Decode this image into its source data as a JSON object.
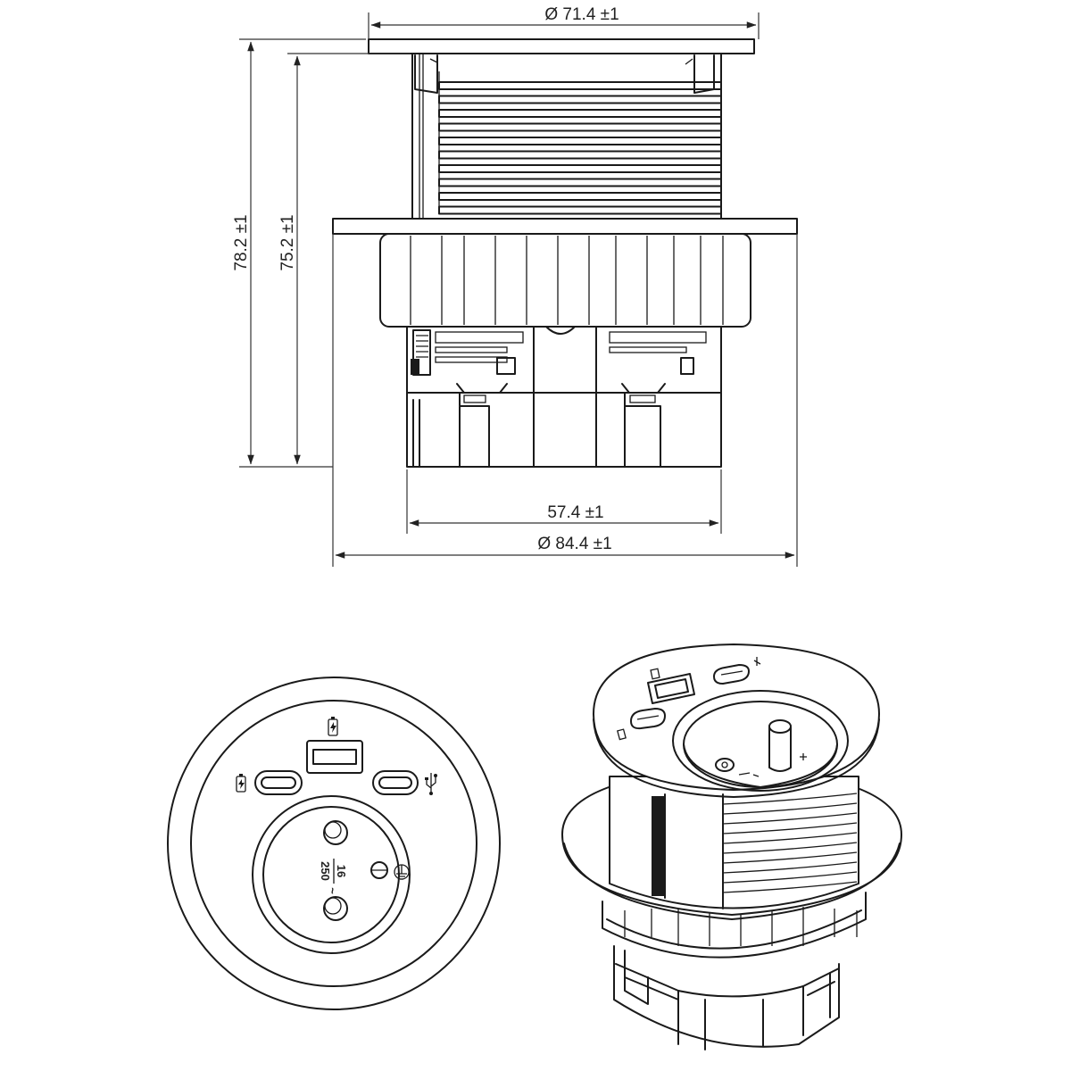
{
  "dimensions": {
    "top_diameter": "Ø 71.4  ±1",
    "bottom_width": "57.4  ±1",
    "flange_diameter": "Ø 84.4  ±1",
    "total_height": "78.2 ±1",
    "body_height": "75.2 ±1"
  },
  "socket_marking": {
    "amps": "16",
    "volts": "250",
    "ac": "~"
  },
  "icons": {
    "charge": "battery-bolt-icon",
    "usb": "usb-icon",
    "earth": "earth-ground-icon"
  },
  "colors": {
    "line": "#1a1a1a",
    "background": "#ffffff"
  }
}
